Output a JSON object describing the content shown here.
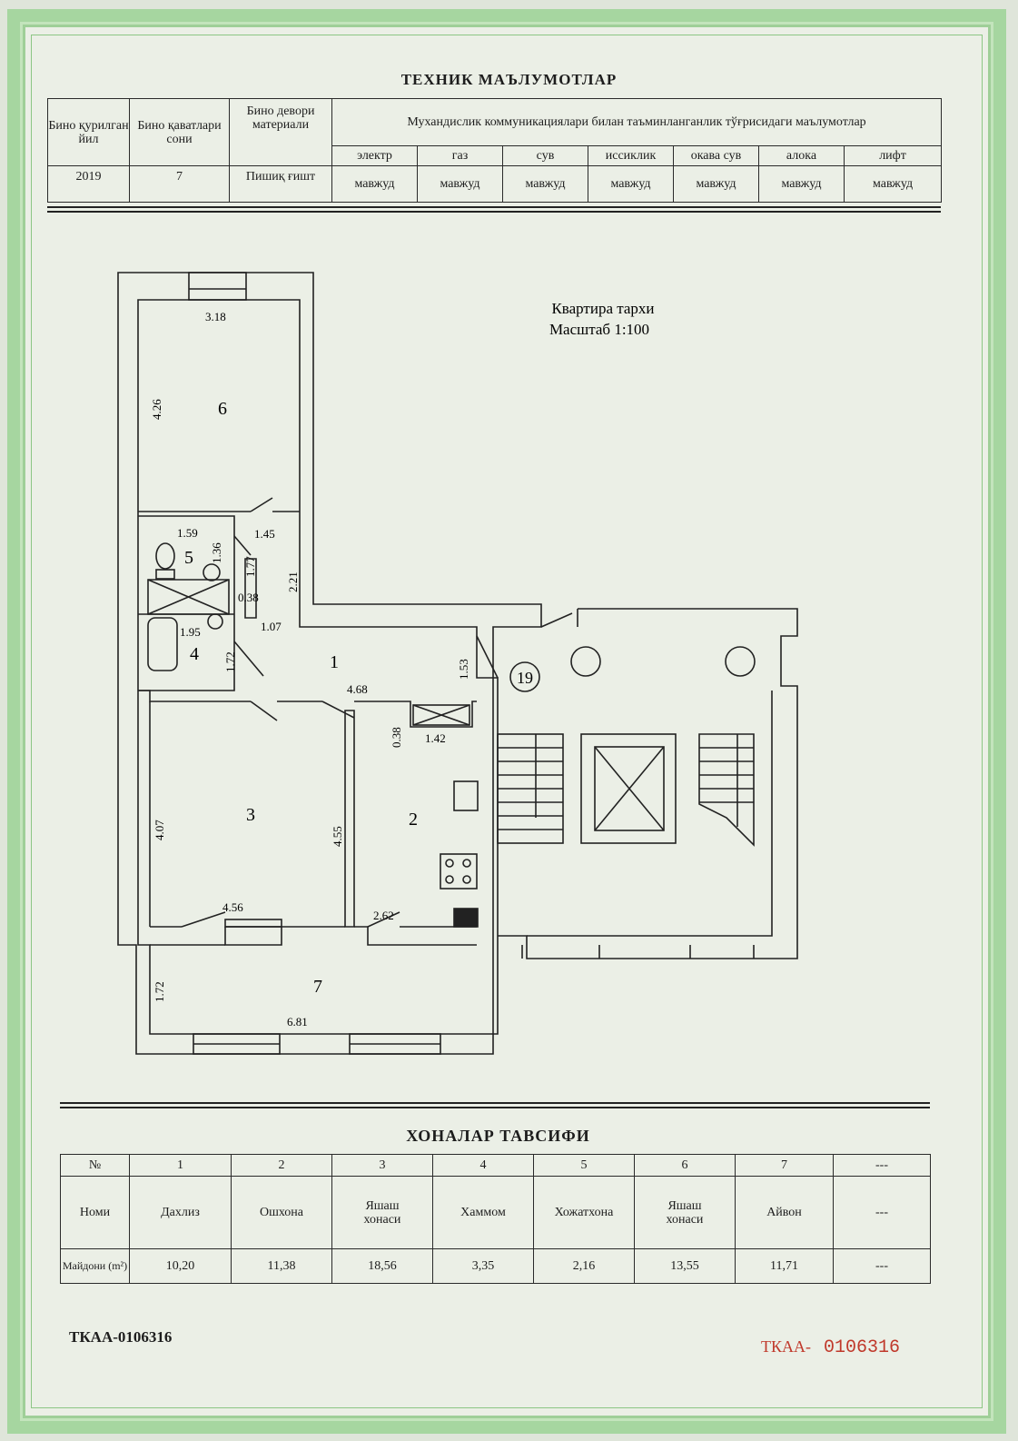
{
  "header": {
    "title": "ТЕХНИК МАЪЛУМОТЛАР"
  },
  "tech_table": {
    "col_year": "Бино қурилган йил",
    "col_floors": "Бино қаватлари сони",
    "col_wall": "Бино девори материали",
    "col_comm": "Мухандислик коммуникациялари билан таъминланганлик тўғрисидаги маълумотлар",
    "year": "2019",
    "floors": "7",
    "wall": "Пишиқ ғишт",
    "utilities": [
      {
        "name": "электр",
        "value": "мавжуд"
      },
      {
        "name": "газ",
        "value": "мавжуд"
      },
      {
        "name": "сув",
        "value": "мавжуд"
      },
      {
        "name": "иссиклик",
        "value": "мавжуд"
      },
      {
        "name": "окава сув",
        "value": "мавжуд"
      },
      {
        "name": "алока",
        "value": "мавжуд"
      },
      {
        "name": "лифт",
        "value": "мавжуд"
      }
    ]
  },
  "plan": {
    "caption_line1": "Квартира тархи",
    "caption_line2": "Масштаб 1:100",
    "apartment_number": "19",
    "room_numbers": [
      "1",
      "2",
      "3",
      "4",
      "5",
      "6",
      "7"
    ],
    "dimensions": {
      "d318": "3.18",
      "d426": "4.26",
      "d159": "1.59",
      "d145": "1.45",
      "d136": "1.36",
      "d177": "1.77",
      "d221": "2.21",
      "d038a": "0.38",
      "d195": "1.95",
      "d107": "1.07",
      "d172a": "1.72",
      "d153": "1.53",
      "d468": "4.68",
      "d038b": "0.38",
      "d142": "1.42",
      "d407": "4.07",
      "d455": "4.55",
      "d456": "4.56",
      "d262": "2.62",
      "d172b": "1.72",
      "d681": "6.81"
    }
  },
  "rooms_section": {
    "title": "ХОНАЛАР ТАВСИФИ",
    "label_no": "№",
    "label_name": "Номи",
    "label_area": "Майдони (m²)",
    "rooms": [
      {
        "no": "1",
        "name": "Дахлиз",
        "area": "10,20"
      },
      {
        "no": "2",
        "name": "Ошхона",
        "area": "11,38"
      },
      {
        "no": "3",
        "name": "Яшаш хонаси",
        "area": "18,56"
      },
      {
        "no": "4",
        "name": "Хаммом",
        "area": "3,35"
      },
      {
        "no": "5",
        "name": "Хожатхона",
        "area": "2,16"
      },
      {
        "no": "6",
        "name": "Яшаш хонаси",
        "area": "13,55"
      },
      {
        "no": "7",
        "name": "Айвон",
        "area": "11,71"
      },
      {
        "no": "---",
        "name": "---",
        "area": "---"
      }
    ]
  },
  "footer": {
    "serial_left": "ТКАА-0106316",
    "serial_right_prefix": "ТКАА-",
    "serial_right_number": "0106316"
  },
  "colors": {
    "border_green": "#a6d6a0",
    "serial_red": "#c0392b"
  }
}
